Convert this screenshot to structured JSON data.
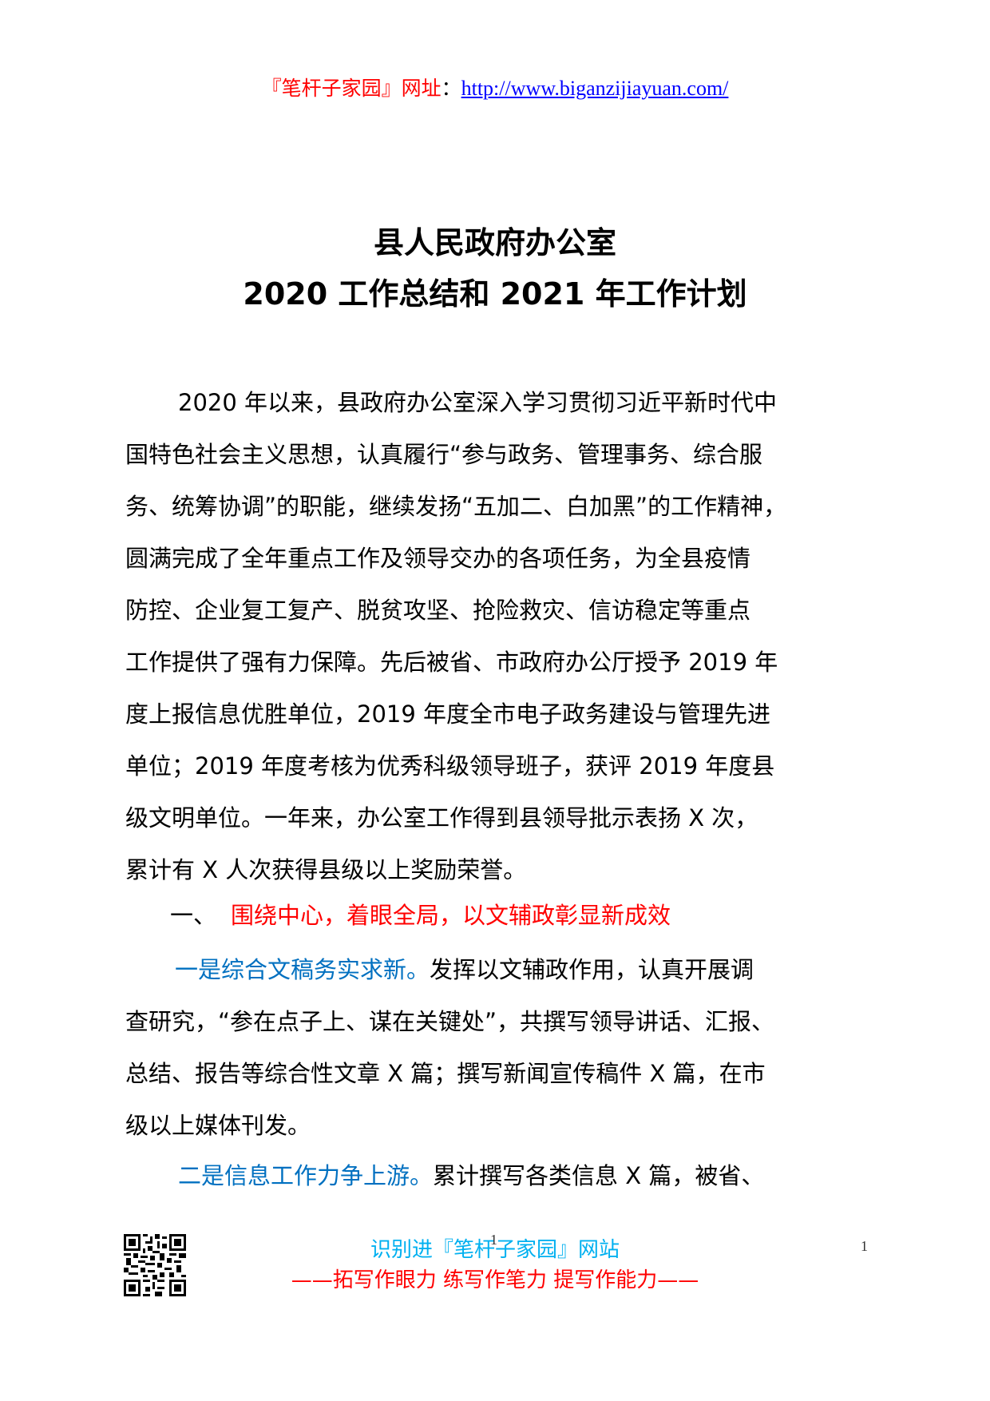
{
  "header": {
    "brand": "『笔杆子家园』网址",
    "colon": "：",
    "url": "http://www.biganzijiayuan.com/"
  },
  "title": {
    "line1": "县人民政府办公室",
    "line2": "2020 工作总结和 2021 年工作计划"
  },
  "intro": {
    "lines": [
      "2020 年以来，县政府办公室深入学习贯彻习近平新时代中",
      "国特色社会主义思想，认真履行“参与政务、管理事务、综合服",
      "务、统筹协调”的职能，继续发扬“五加二、白加黑”的工作精神，",
      "圆满完成了全年重点工作及领导交办的各项任务，为全县疫情",
      "防控、企业复工复产、脱贫攻坚、抢险救灾、信访稳定等重点",
      "工作提供了强有力保障。先后被省、市政府办公厅授予 2019 年",
      "度上报信息优胜单位，2019 年度全市电子政务建设与管理先进",
      "单位；2019 年度考核为优秀科级领导班子，获评 2019 年度县",
      "级文明单位。一年来，办公室工作得到县领导批示表扬 X 次，",
      "累计有 X 人次获得县级以上奖励荣誉。"
    ]
  },
  "section1": {
    "number": "一、",
    "heading": "围绕中心，着眼全局，以文辅政彰显新成效"
  },
  "item1": {
    "lead": "一是综合文稿务实求新。",
    "first_line_rest": "发挥以文辅政作用，认真开展调",
    "lines": [
      "查研究，“参在点子上、谋在关键处”，共撰写领导讲话、汇报、",
      "总结、报告等综合性文章 X 篇；撰写新闻宣传稿件 X 篇，在市",
      "级以上媒体刊发。"
    ]
  },
  "item2": {
    "lead": "二是信息工作力争上游。",
    "first_line_rest": "累计撰写各类信息 X 篇，被省、"
  },
  "footer": {
    "qr_icon": "qr-code-icon",
    "line1": "识别进『笔杆子家园』网站",
    "line2": "——拓写作眼力  练写作笔力  提写作能力——",
    "page_number_center": "1",
    "page_number_right": "1"
  },
  "colors": {
    "brand_red": "#ff0000",
    "link_blue": "#0000ff",
    "subheading_blue": "#0070c0",
    "footer_cyan": "#00b0f0"
  }
}
